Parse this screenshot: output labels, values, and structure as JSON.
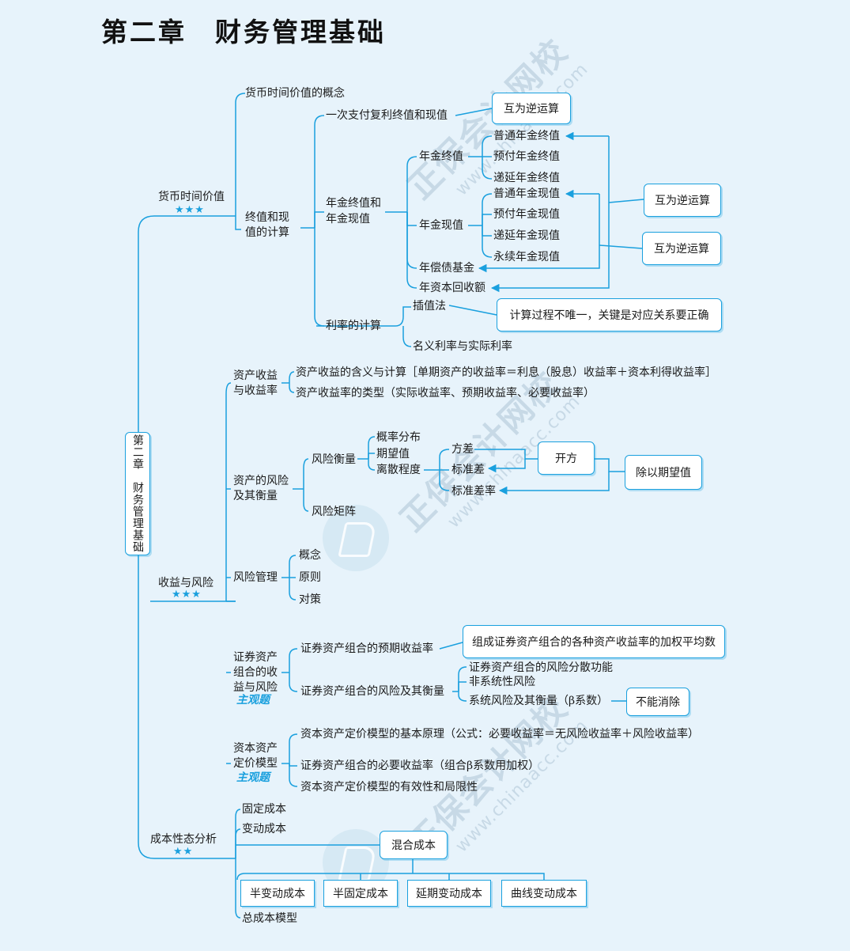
{
  "title": "第二章　财务管理基础",
  "watermark": {
    "brand": "正保会计网校",
    "url": "www.chinaacc.com"
  },
  "root": "第二章　财务管理基础",
  "branches": {
    "tvm": {
      "label": "货币时间价值",
      "stars": "★★★",
      "concept": "货币时间价值的概念",
      "calc": "终值和现值的计算",
      "lump": "一次支付复利终值和现值",
      "inverse1": "互为逆运算",
      "annuity": "年金终值和年金现值",
      "fv": "年金终值",
      "fv_items": [
        "普通年金终值",
        "预付年金终值",
        "递延年金终值"
      ],
      "pv": "年金现值",
      "pv_items": [
        "普通年金现值",
        "预付年金现值",
        "递延年金现值",
        "永续年金现值"
      ],
      "inverse2": "互为逆运算",
      "inverse3": "互为逆运算",
      "sinking": "年偿债基金",
      "recovery": "年资本回收额",
      "rate": "利率的计算",
      "interp": "插值法",
      "interp_note": "计算过程不唯一，关键是对应关系要正确",
      "nominal": "名义利率与实际利率"
    },
    "risk": {
      "label": "收益与风险",
      "stars": "★★★",
      "ret": "资产收益与收益率",
      "ret_items": [
        "资产收益的含义与计算［单期资产的收益率＝利息（股息）收益率＋资本利得收益率］",
        "资产收益率的类型（实际收益率、预期收益率、必要收益率）"
      ],
      "asset_risk": "资产的风险及其衡量",
      "measure": "风险衡量",
      "measure_items": [
        "概率分布",
        "期望值",
        "离散程度"
      ],
      "disp_items": [
        "方差",
        "标准差",
        "标准差率"
      ],
      "sqrt": "开方",
      "div": "除以期望值",
      "matrix": "风险矩阵",
      "mgmt": "风险管理",
      "mgmt_items": [
        "概念",
        "原则",
        "对策"
      ],
      "port": "证券资产组合的收益与风险",
      "port_tag": "主观题",
      "port_exp": "证券资产组合的预期收益率",
      "port_exp_note": "组成证券资产组合的各种资产收益率的加权平均数",
      "port_risk": "证券资产组合的风险及其衡量",
      "port_risk_items": [
        "证券资产组合的风险分散功能",
        "非系统性风险",
        "系统风险及其衡量（β系数）"
      ],
      "cannot": "不能消除",
      "capm": "资本资产定价模型",
      "capm_tag": "主观题",
      "capm_items": [
        "资本资产定价模型的基本原理（公式：必要收益率＝无风险收益率＋风险收益率）",
        "证券资产组合的必要收益率（组合β系数用加权）",
        "资本资产定价模型的有效性和局限性"
      ]
    },
    "cost": {
      "label": "成本性态分析",
      "stars": "★★",
      "items": [
        "固定成本",
        "变动成本"
      ],
      "mixed": "混合成本",
      "mixed_items": [
        "半变动成本",
        "半固定成本",
        "延期变动成本",
        "曲线变动成本"
      ],
      "total": "总成本模型"
    }
  }
}
